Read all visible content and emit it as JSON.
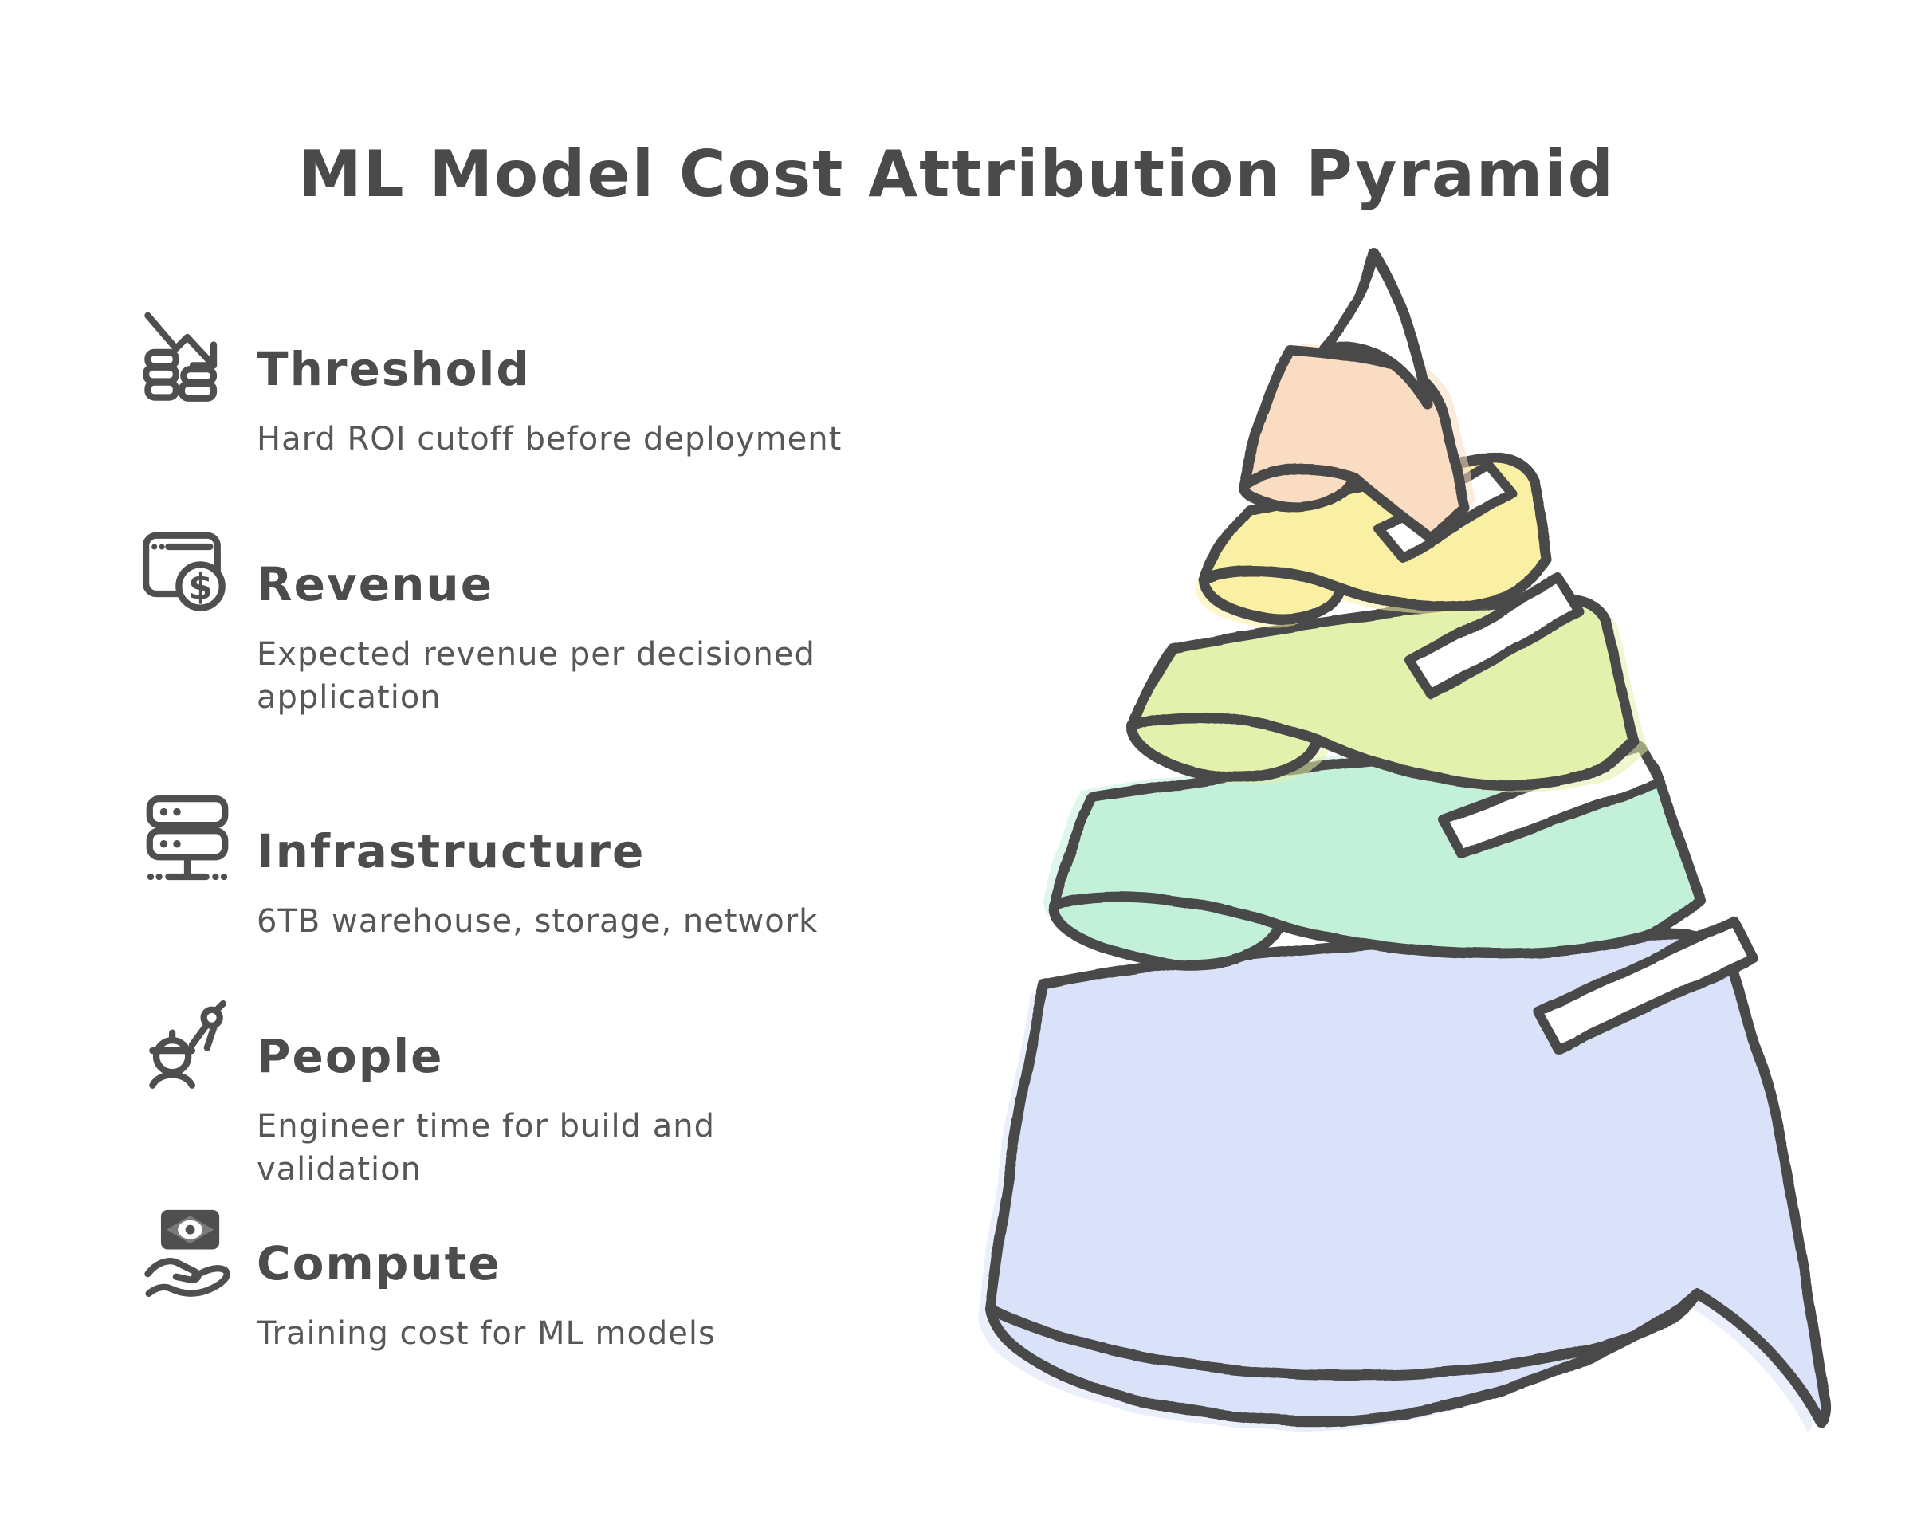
{
  "page": {
    "title": "ML Model Cost Attribution Pyramid",
    "background": "#ffffff",
    "title_color": "#4a4a4a"
  },
  "items": [
    {
      "title": "Threshold",
      "description": "Hard ROI cutoff before deployment",
      "icon": "coins-decline-icon"
    },
    {
      "title": "Revenue",
      "description": "Expected revenue per decisioned application",
      "icon": "browser-dollar-icon"
    },
    {
      "title": "Infrastructure",
      "description": "6TB warehouse, storage, network",
      "icon": "server-rack-icon"
    },
    {
      "title": "People",
      "description": "Engineer time for build and validation",
      "icon": "engineer-compass-icon"
    },
    {
      "title": "Compute",
      "description": "Training cost for ML models",
      "icon": "money-hand-icon"
    }
  ],
  "cone": {
    "outline": "#4a4a4a",
    "bands": [
      {
        "level": "Threshold",
        "color": "#f9dcc2"
      },
      {
        "level": "Revenue",
        "color": "#faf0a3"
      },
      {
        "level": "Infrastructure",
        "color": "#e2f1ab"
      },
      {
        "level": "People",
        "color": "#c2f0d8"
      },
      {
        "level": "Compute",
        "color": "#d9e2f8"
      }
    ]
  }
}
